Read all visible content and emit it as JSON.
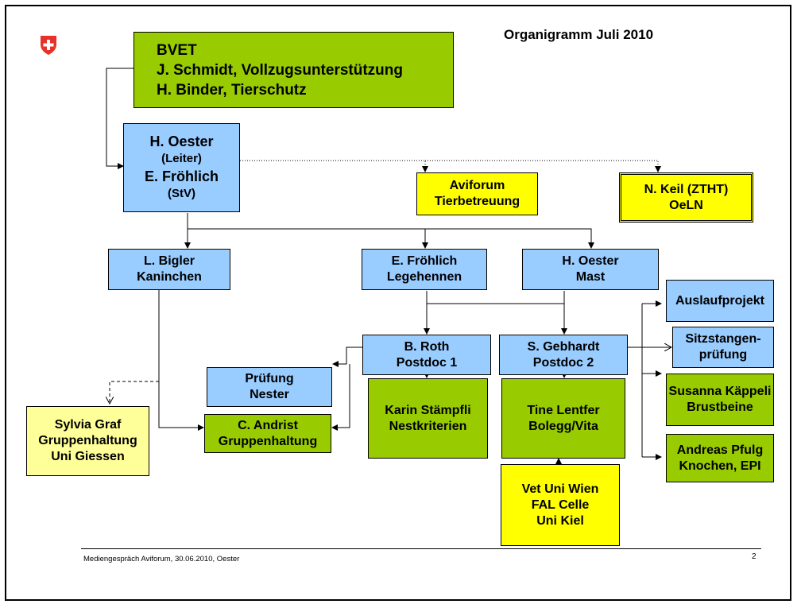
{
  "title": "Organigramm Juli 2010",
  "footer": "Mediengespräch Aviforum, 30.06.2010, Oester",
  "page_number": "2",
  "logo": {
    "icon": "swiss-cross-shield-icon",
    "color": "#e8312a"
  },
  "colors": {
    "blue": "#99ccff",
    "green": "#99cc00",
    "yellow": "#ffff00",
    "pale_yellow": "#ffff99"
  },
  "boxes": {
    "bvet": {
      "lines": [
        "BVET",
        "J. Schmidt, Vollzugsunterstützung",
        "H. Binder, Tierschutz"
      ]
    },
    "oester_leiter": {
      "lines": [
        "H. Oester",
        "(Leiter)",
        "E. Fröhlich",
        "(StV)"
      ]
    },
    "aviforum": {
      "lines": [
        "Aviforum",
        "Tierbetreuung"
      ]
    },
    "keil": {
      "lines": [
        "N. Keil (ZTHT)",
        "OeLN"
      ]
    },
    "bigler": {
      "lines": [
        "L. Bigler",
        "Kaninchen"
      ]
    },
    "froehlich": {
      "lines": [
        "E. Fröhlich",
        "Legehennen"
      ]
    },
    "oester_mast": {
      "lines": [
        "H. Oester",
        "Mast"
      ]
    },
    "roth": {
      "lines": [
        "B. Roth",
        "Postdoc 1"
      ]
    },
    "gebhardt": {
      "lines": [
        "S. Gebhardt",
        "Postdoc 2"
      ]
    },
    "pruefung": {
      "lines": [
        "Prüfung",
        "Nester"
      ]
    },
    "andrist": {
      "lines": [
        "C. Andrist",
        "Gruppenhaltung"
      ]
    },
    "graf": {
      "lines": [
        "Sylvia Graf",
        "Gruppenhaltung",
        "Uni Giessen"
      ]
    },
    "staempfli": {
      "lines": [
        "Karin Stämpfli",
        "Nestkriterien"
      ]
    },
    "lentfer": {
      "lines": [
        "Tine Lentfer",
        "Bolegg/Vita"
      ]
    },
    "wien": {
      "lines": [
        "Vet Uni Wien",
        "FAL Celle",
        "Uni Kiel"
      ]
    },
    "auslauf": {
      "lines": [
        "Auslaufprojekt"
      ]
    },
    "sitzstangen": {
      "lines": [
        "Sitzstangen-",
        "prüfung"
      ]
    },
    "kaeppeli": {
      "lines": [
        "Susanna Käppeli",
        "Brustbeine"
      ]
    },
    "pfulg": {
      "lines": [
        "Andreas Pfulg",
        "Knochen, EPI"
      ]
    }
  }
}
